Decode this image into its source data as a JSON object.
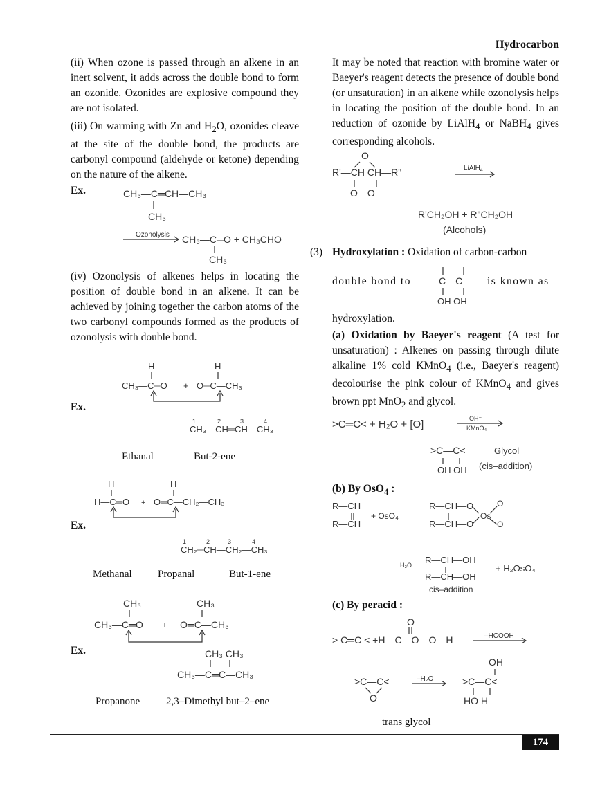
{
  "header": {
    "chapter": "Hydrocarbon",
    "page_number": "174"
  },
  "left": {
    "p_ii": "(ii)  When ozone is passed through an alkene in an inert solvent, it adds across the double bond to form an ozonide. Ozonides are explosive compound they are not isolated.",
    "p_iii_a": "(iii)  On warming with Zn and H",
    "p_iii_b": "O, ozonides cleave at the site of the double bond, the products are carbonyl compound (aldehyde or ketone) depending on the nature of the alkene.",
    "p_iii_sub": "2",
    "ex_label": "Ex.",
    "ozonolysis_label": "Ozonolysis",
    "p_iv": "(iv)  Ozonolysis of alkenes helps in locating the position of double bond in an alkene. It can be achieved by joining together the carbon atoms of the two carbonyl compounds formed as the products of ozonolysis with double bond.",
    "ex1_cap_a": "Ethanal",
    "ex1_cap_b": "But-2-ene",
    "ex2_cap_a": "Methanal",
    "ex2_cap_b": "Propanal",
    "ex2_cap_c": "But-1-ene",
    "ex3_cap_a": "Propanone",
    "ex3_cap_b": "2,3–Dimethyl but–2–ene"
  },
  "right": {
    "p_note": "It may be noted that reaction with bromine water or Baeyer's reagent detects the presence of double bond (or unsaturation) in an alkene while ozonolysis helps in locating the position of the double bond. In an reduction of ozonide by LiAlH",
    "p_note_b": " or NaBH",
    "p_note_c": " gives corresponding alcohols.",
    "sub4": "4",
    "lialh4": "LiAlH",
    "alcohols_line": "R'CH",
    "alcohols_caption": "(Alcohols)",
    "sec3_num": "(3)",
    "sec3_title": "Hydroxylation :",
    "sec3_text": "Oxidation of carbon-carbon",
    "sec3_text2": "double bond to",
    "sec3_text3": "is known as",
    "sec3_text4": "hydroxylation.",
    "sa_title": "(a)   Oxidation by Baeyer's reagent",
    "sa_text": "(A test for unsaturation) : Alkenes on passing through dilute alkaline 1% cold KMnO",
    "sa_text2": " (i.e., Baeyer's reagent) decolourise the pink colour of KMnO",
    "sa_text3": " and gives brown ppt MnO",
    "sa_text4": " and glycol.",
    "glycol_label": "Glycol",
    "cis_addition": "(cis–addition)",
    "sb_title": "(b)   By OsO",
    "sb_colon": " :",
    "cis_addition2": "cis–addition",
    "sc_title": "(c)   By peracid :",
    "minus_hcooh": "–HCOOH",
    "minus_h2o": "–H",
    "trans_glycol": "trans glycol"
  }
}
